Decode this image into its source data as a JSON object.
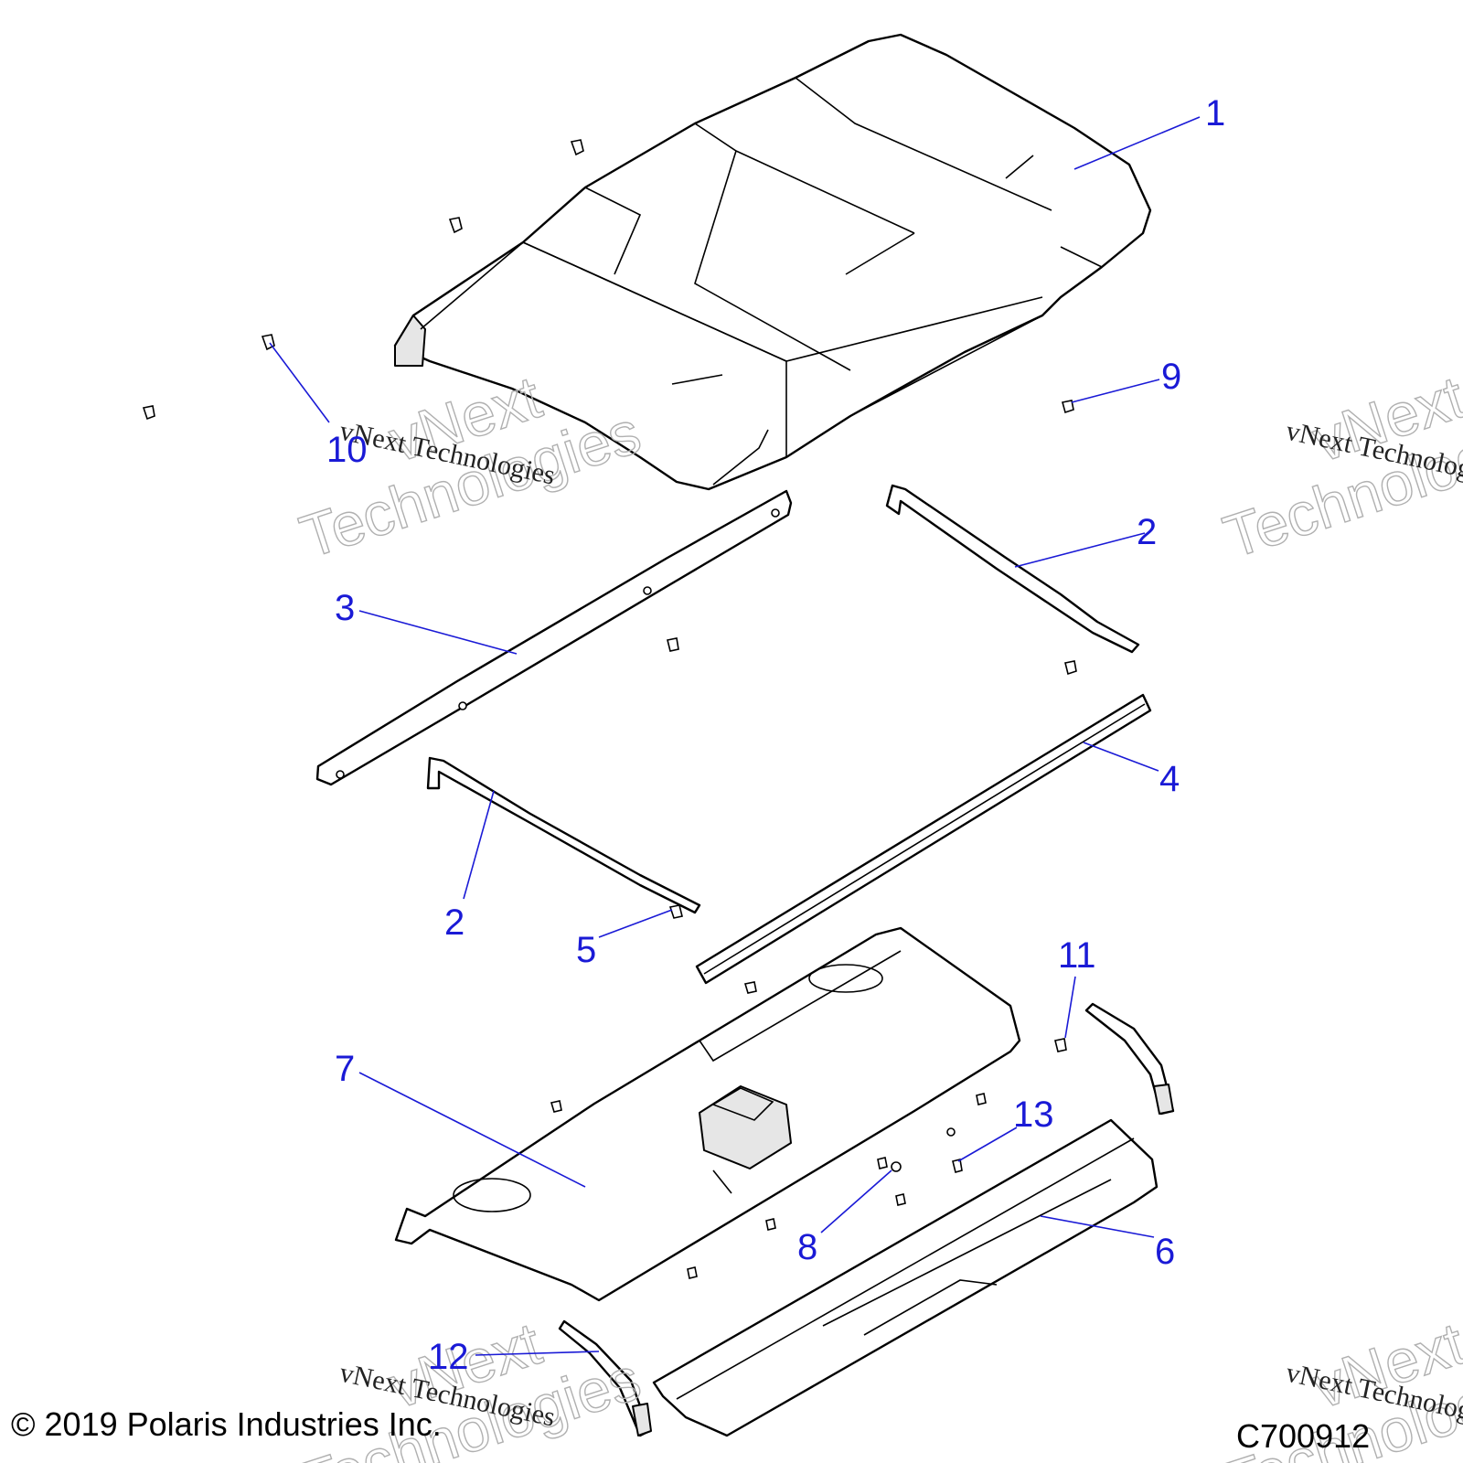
{
  "callouts": {
    "c1": "1",
    "c2a": "2",
    "c2b": "2",
    "c3": "3",
    "c4": "4",
    "c5": "5",
    "c6": "6",
    "c7": "7",
    "c8": "8",
    "c9": "9",
    "c10": "10",
    "c11": "11",
    "c12": "12",
    "c13": "13"
  },
  "watermark": {
    "brand_line1": "vNext",
    "brand_line2": "Technologies",
    "caption": "vNext Technologies"
  },
  "footer": {
    "copyright": "© 2019 Polaris Industries Inc.",
    "figure_id": "C700912"
  },
  "colors": {
    "callout": "#1a1ad6",
    "line": "#000000",
    "watermark": "#b0b0b0"
  }
}
